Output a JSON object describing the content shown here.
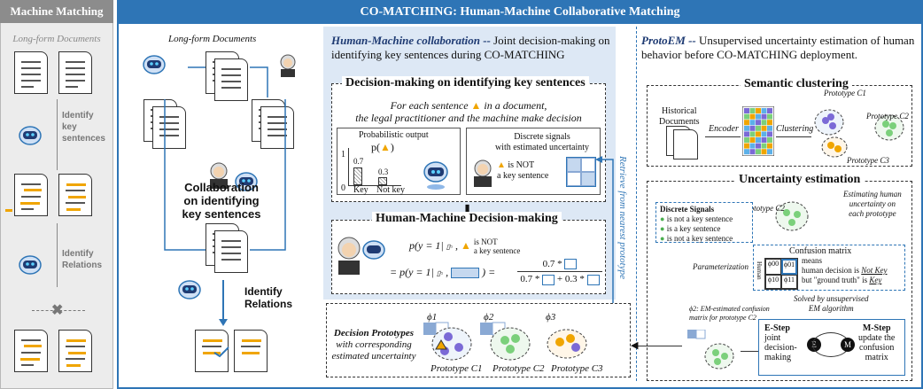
{
  "left_panel": {
    "title": "Machine Matching",
    "subtitle": "Long-form Documents",
    "step1": [
      "Identify",
      "key",
      "sentences"
    ],
    "step2": [
      "Identify",
      "Relations"
    ]
  },
  "main": {
    "title": "CO-MATCHING: Human-Machine Collaborative Matching",
    "left_docs_label": "Long-form Documents",
    "collab_label": [
      "Collaboration",
      "on identifying",
      "key sentences"
    ],
    "identify_relations": [
      "Identify",
      "Relations"
    ],
    "hmc_title": "Human-Machine collaboration --",
    "hmc_desc": " Joint decision-making on identifying key sentences during CO-MATCHING",
    "dm_title": "Decision-making on identifying key sentences",
    "dm_sub1": "For each sentence",
    "dm_sub2": " in a document,",
    "dm_sub3": "the legal practitioner and the machine make decision",
    "prob_output": "Probabilistic output",
    "prob_p": "p(",
    "prob_close": ")",
    "y_one": "1",
    "y_zero": "0",
    "val_07": "0.7",
    "val_03": "0.3",
    "key_lbl": "Key",
    "notkey_lbl": "Not key",
    "discrete_title": [
      "Discrete signals",
      "with estimated uncertainty"
    ],
    "is_not": "is NOT",
    "a_key_sentence": "a key sentence",
    "hmdm_title": "Human-Machine Decision-making",
    "eq1_left": "p(y = 1|",
    "eq1_right_a": "is NOT",
    "eq1_right_b": "a key sentence",
    "eq2_left": "= p(y = 1|",
    "eq2_frac_num": "0.7 *",
    "eq2_frac_den_a": "0.7 *",
    "eq2_frac_den_b": "+ 0.3 *",
    "retrieve": "Retrieve from nearest prototype",
    "dp_title": "Decision Prototypes",
    "dp_sub": [
      "with corresponding",
      "estimated uncertainty"
    ],
    "phi1": "ϕ1",
    "phi2": "ϕ2",
    "phi3": "ϕ3",
    "proto_c1": "Prototype C1",
    "proto_c2": "Prototype C2",
    "proto_c3": "Prototype C3"
  },
  "right": {
    "protoem_title": "ProtoEM --",
    "protoem_desc": " Unsupervised uncertainty estimation of human behavior before CO-MATCHING deployment.",
    "sc_title": "Semantic clustering",
    "hist_docs": [
      "Historical",
      "Documents"
    ],
    "encoder": "Encoder",
    "clustering": "Clustering",
    "proto_c1": "Prototype C1",
    "proto_c2": "Prototype C2",
    "proto_c3": "Prototype C3",
    "ue_title": "Uncertainty estimation",
    "estimating": [
      "Estimating human",
      "uncertainty on",
      "each prototype"
    ],
    "discrete_signals": "Discrete Signals",
    "signals": [
      "is not a key sentence",
      "is a key sentence",
      "is not a key sentence"
    ],
    "confusion": "Confusion matrix",
    "human": "Human",
    "phi00": "ϕ00",
    "phi01": "ϕ01",
    "phi10": "ϕ10",
    "phi11": "ϕ11",
    "means": "means",
    "means_line2a": "human decision is ",
    "means_line2b": "Not Key",
    "means_line3a": "but \"ground truth\" is ",
    "means_line3b": "Key",
    "param": "Parameterization",
    "solved": [
      "Solved by unsupervised",
      "EM algorithm"
    ],
    "phi_em": "ϕ2: EM-estimated confusion",
    "phi_em2": "matrix for prototype C2",
    "estep_title": "E-Step",
    "estep": [
      "joint",
      "decision-",
      "making"
    ],
    "mstep_title": "M-Step",
    "mstep": [
      "update the",
      "confusion",
      "matrix"
    ],
    "e_lbl": "E",
    "m_lbl": "M",
    "proto_c2_b": "Prototype C2"
  },
  "colors": {
    "blue": "#2e75b6",
    "orange": "#f0a500",
    "grey": "#8c8c8c",
    "lightblue": "#dde8f5"
  }
}
